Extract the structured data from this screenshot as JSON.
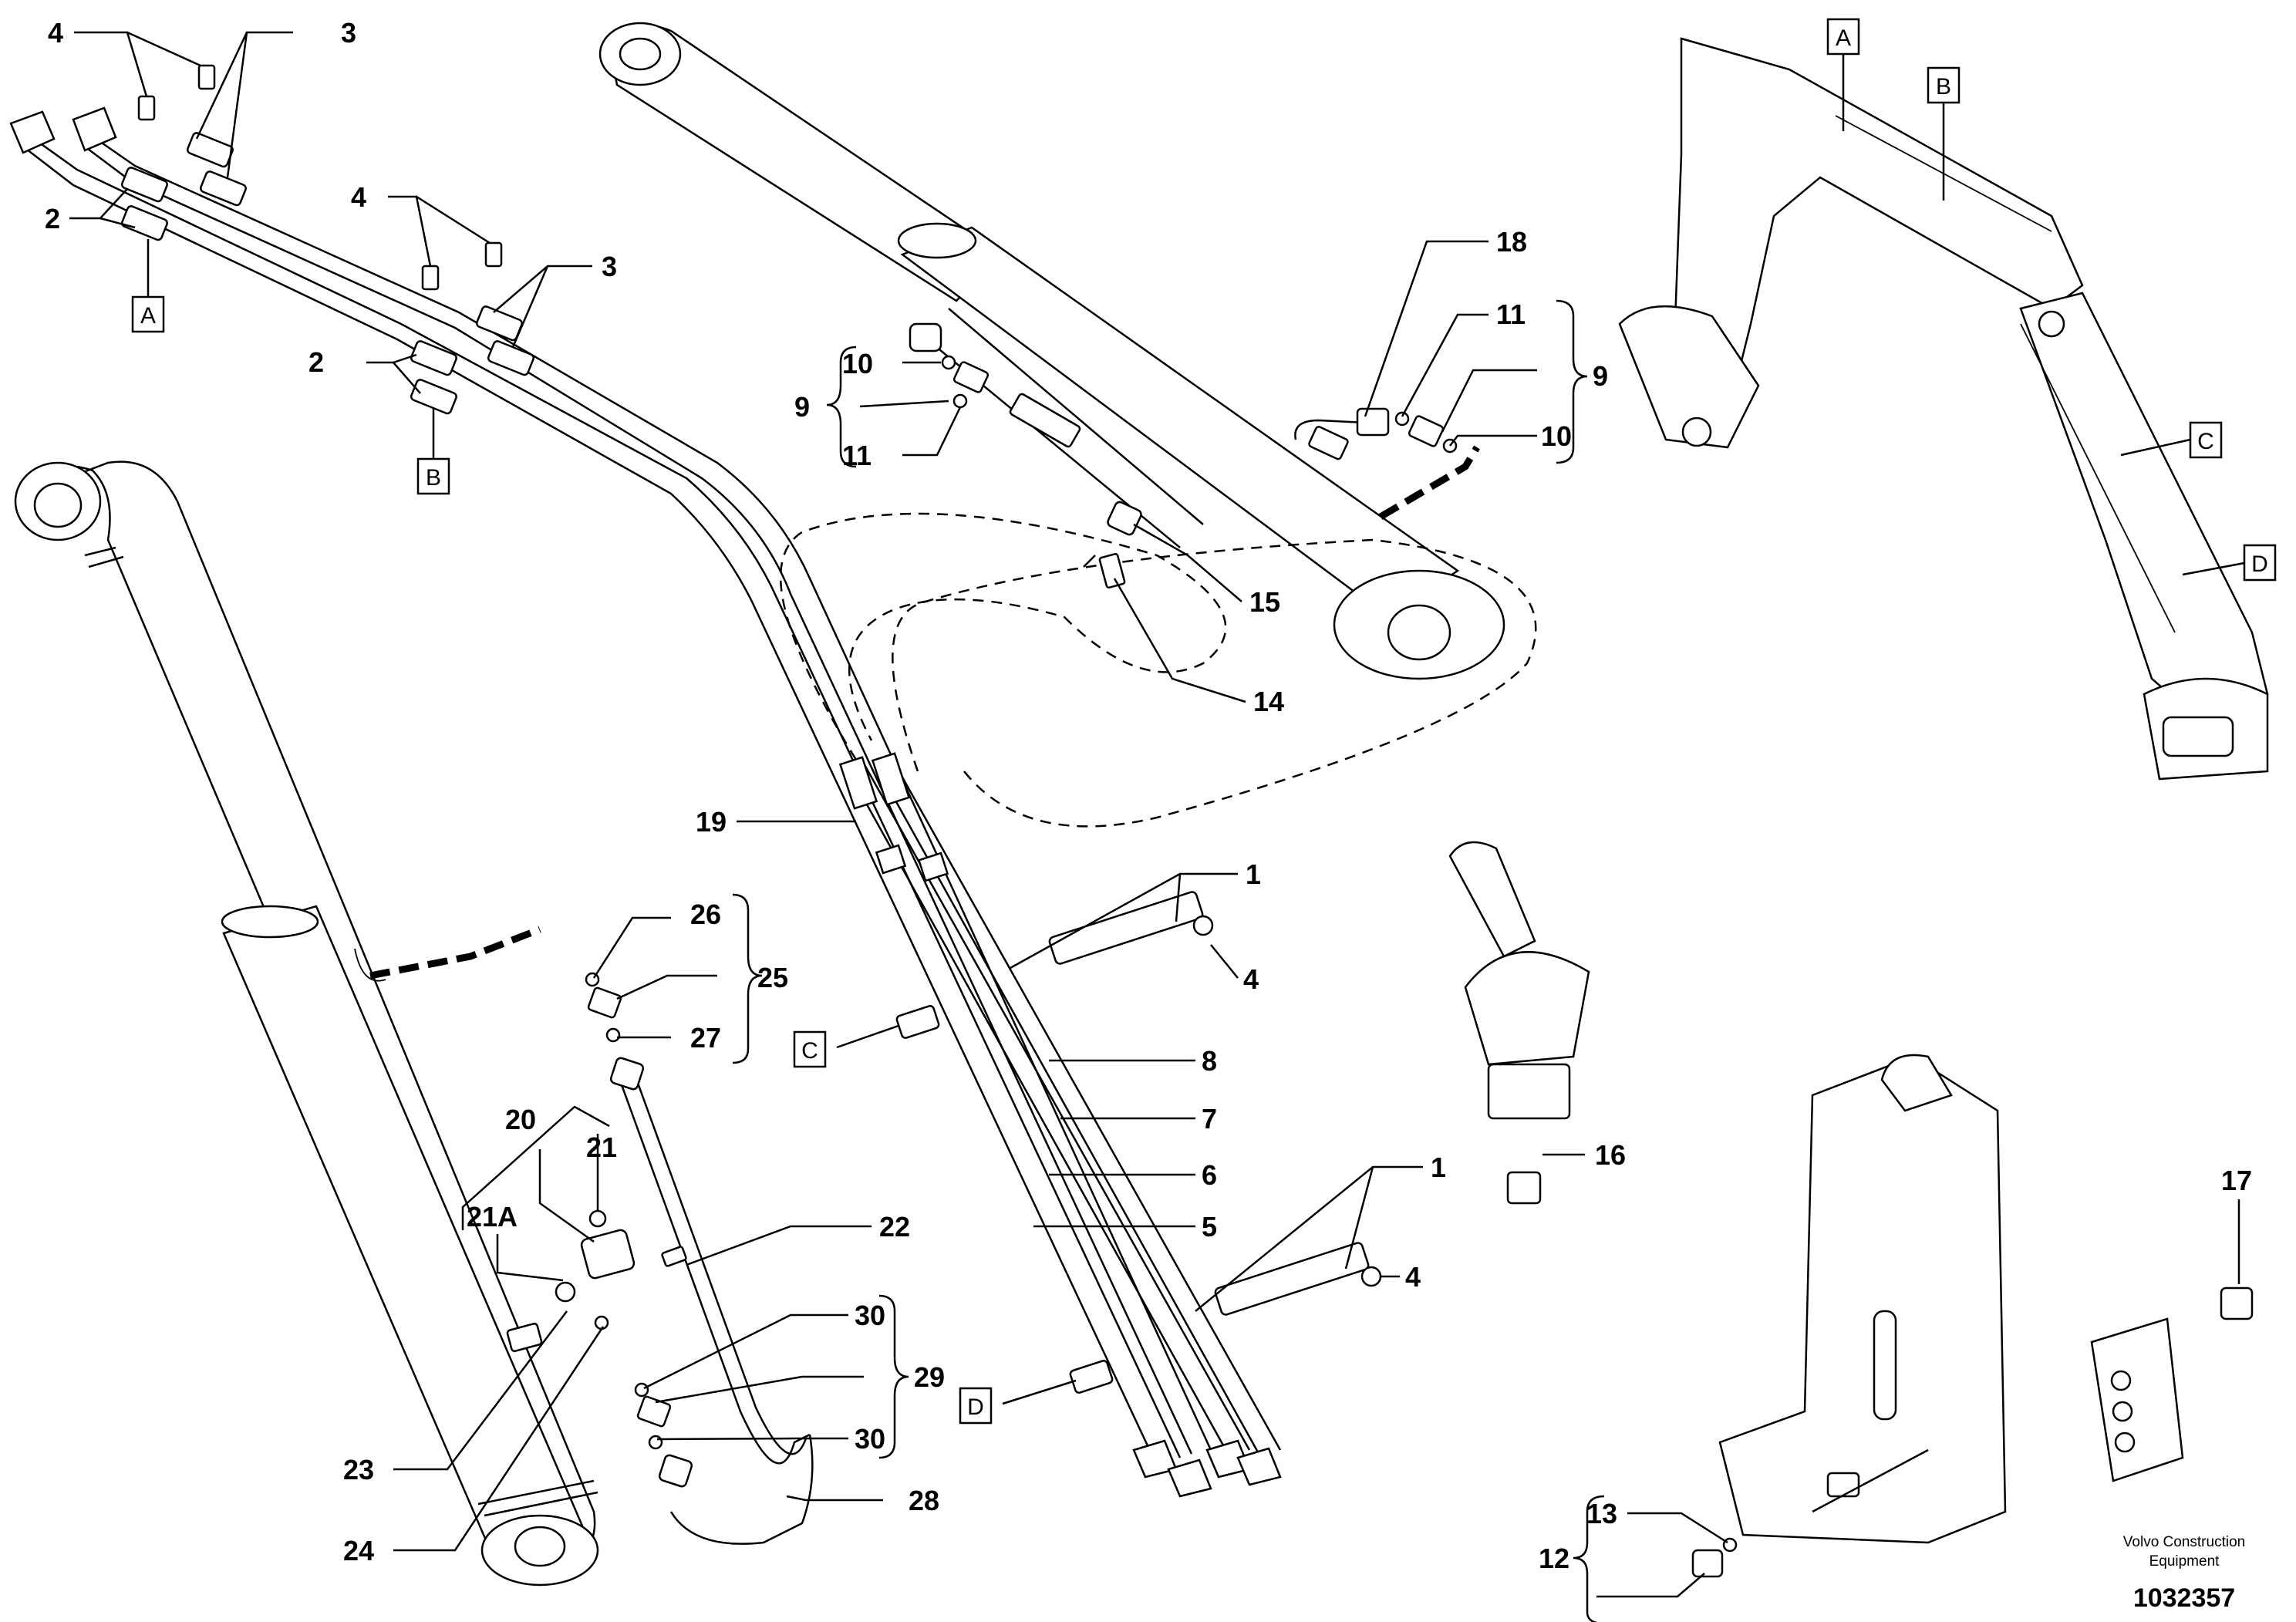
{
  "labels": {
    "n1": "1",
    "n2": "2",
    "n3": "3",
    "n4": "4",
    "n5": "5",
    "n6": "6",
    "n7": "7",
    "n8": "8",
    "n9": "9",
    "n10": "10",
    "n11": "11",
    "n12": "12",
    "n13": "13",
    "n14": "14",
    "n15": "15",
    "n16": "16",
    "n17": "17",
    "n18": "18",
    "n19": "19",
    "n20": "20",
    "n21": "21",
    "n21a": "21A",
    "n22": "22",
    "n23": "23",
    "n24": "24",
    "n25": "25",
    "n26": "26",
    "n27": "27",
    "n28": "28",
    "n29": "29",
    "n30": "30"
  },
  "boxes": {
    "a": "A",
    "b": "B",
    "c": "C",
    "d": "D"
  },
  "credit": {
    "line1": "Volvo Construction",
    "line2": "Equipment"
  },
  "doc_number": "1032357"
}
